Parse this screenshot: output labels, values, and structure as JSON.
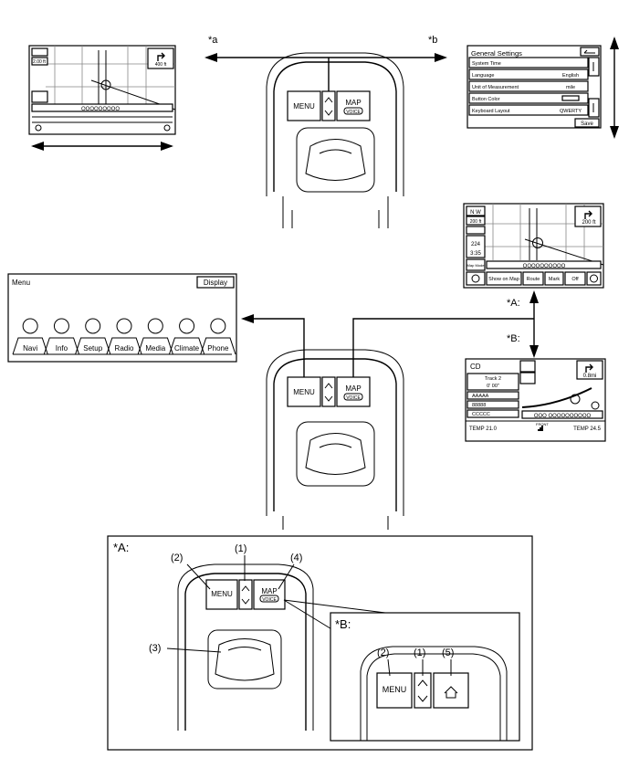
{
  "labels": {
    "a": "*a",
    "b": "*b",
    "A": "*A:",
    "B": "*B:",
    "inset_A": "*A:",
    "inset_B": "*B:"
  },
  "callouts": {
    "n1": "(1)",
    "n2": "(2)",
    "n3": "(3)",
    "n4": "(4)",
    "n5": "(5)"
  },
  "panel": {
    "menu": "MENU",
    "map": "MAP",
    "voice": "VOICE"
  },
  "map_screen": {
    "dist_small": "400 ft",
    "dist_right": "200 ft",
    "scale_small": "2.00 ft",
    "scale_right": "200 ft",
    "address": "OOOOOOOOO",
    "address_right": "OOOOOOOOOO",
    "map_mode": "Map Mode",
    "compass": "N W",
    "speed_a": "224",
    "speed_b": "3:35",
    "buttons": [
      "Show on Map",
      "Route",
      "Mark",
      "Off"
    ]
  },
  "settings": {
    "title": "General Settings",
    "rows": [
      {
        "label": "System Time",
        "value": ""
      },
      {
        "label": "Language",
        "value": "English"
      },
      {
        "label": "Unit of Measurement",
        "value": "mile"
      },
      {
        "label": "Button Color",
        "value": ""
      },
      {
        "label": "Keyboard Layout",
        "value": "QWERTY"
      }
    ],
    "save": "Save"
  },
  "menu_screen": {
    "title": "Menu",
    "display": "Display",
    "items": [
      "Navi",
      "Info",
      "Setup",
      "Radio",
      "Media",
      "Climate",
      "Phone"
    ]
  },
  "audio_screen": {
    "source": "CD",
    "track": "Track 2",
    "time": "0' 00\"",
    "dist": "0.8mi",
    "rows": [
      "AAAAA",
      "88888",
      "CCCCC"
    ],
    "address": "OOO  OOOOOOOOOO",
    "temp_left": "TEMP 21.0",
    "temp_right": "TEMP 24.5",
    "front": "FRONT"
  }
}
